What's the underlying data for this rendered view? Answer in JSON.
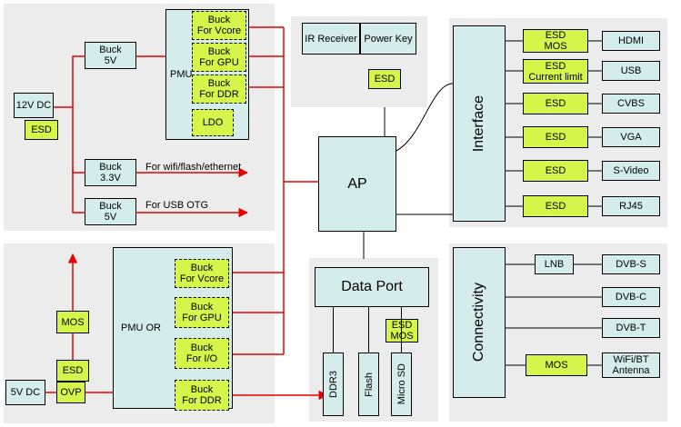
{
  "left_top": {
    "buck_5v": "Buck\n5V",
    "pmu": "PMU",
    "buck_vcore": "Buck\nFor Vcore",
    "buck_gpu": "Buck\nFor GPU",
    "buck_ddr": "Buck\nFor DDR",
    "ldo": "LDO",
    "dc_12v": "12V DC",
    "esd": "ESD",
    "buck_3v3": "Buck\n3.3V",
    "label_wifi": "For wifi/flash/ethernet",
    "buck_5v_b": "Buck\n5V",
    "label_usb": "For USB OTG"
  },
  "center_top": {
    "ir_receiver": "IR Receiver",
    "power_key": "Power Key",
    "esd": "ESD",
    "ap": "AP"
  },
  "interface": {
    "title": "Interface",
    "rows": [
      {
        "esd": "ESD\nMOS",
        "port": "HDMI"
      },
      {
        "esd": "ESD\nCurrent limit",
        "port": "USB"
      },
      {
        "esd": "ESD",
        "port": "CVBS"
      },
      {
        "esd": "ESD",
        "port": "VGA"
      },
      {
        "esd": "ESD",
        "port": "S-Video"
      },
      {
        "esd": "ESD",
        "port": "RJ45"
      }
    ]
  },
  "left_bottom": {
    "mos": "MOS",
    "esd": "ESD",
    "ovp": "OVP",
    "dc_5v": "5V DC",
    "pmu_or": "PMU  OR",
    "buck_vcore": "Buck\nFor Vcore",
    "buck_gpu": "Buck\nFor GPU",
    "buck_io": "Buck\nFor I/O",
    "buck_ddr": "Buck\nFor DDR"
  },
  "data_port": {
    "title": "Data Port",
    "ddr3": "DDR3",
    "flash": "Flash",
    "esd_mos": "ESD\nMOS",
    "micro_sd": "Micro SD"
  },
  "connectivity": {
    "title": "Connectivity",
    "lnb": "LNB",
    "dvb_s": "DVB-S",
    "dvb_c": "DVB-C",
    "dvb_t": "DVB-T",
    "mos": "MOS",
    "wifi": "WiFi/BT\nAntenna"
  },
  "colors": {
    "panel": "#ececec",
    "block": "#d4ecec",
    "accent": "#d6f54a",
    "power_line": "#e60000"
  }
}
